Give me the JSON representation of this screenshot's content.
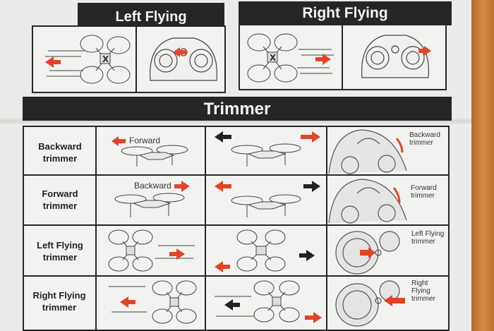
{
  "top": {
    "left_title": "Left Flying",
    "right_title": "Right Flying"
  },
  "trimmer": {
    "title": "Trimmer",
    "rows": [
      {
        "label": "Backward trimmer",
        "arrow_caption": "Forward",
        "control_caption": "Backward trimmer"
      },
      {
        "label": "Forward trimmer",
        "arrow_caption": "Backward",
        "control_caption": "Forward trimmer"
      },
      {
        "label": "Left Flying trimmer",
        "control_caption": "Left Flying trimmer"
      },
      {
        "label": "Right Flying trimmer",
        "control_caption": "Right Flying trimmer"
      }
    ]
  },
  "colors": {
    "arrow_red": "#e0452a",
    "header_dark": "#262626",
    "paper": "#ebebea"
  }
}
